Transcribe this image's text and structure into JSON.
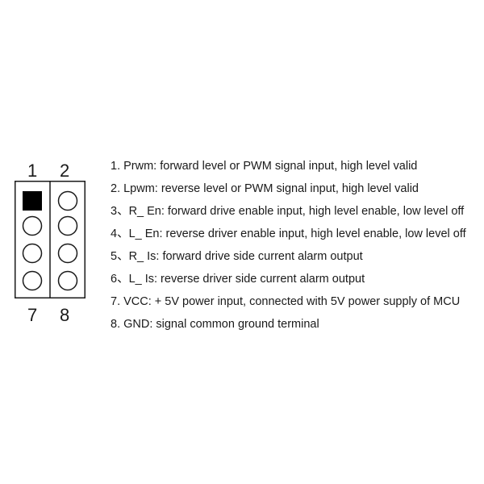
{
  "pin_labels": {
    "top_left": "1",
    "top_right": "2",
    "bottom_left": "7",
    "bottom_right": "8"
  },
  "pins": [
    {
      "name": "pin-1",
      "shape": "square"
    },
    {
      "name": "pin-2",
      "shape": "circle"
    },
    {
      "name": "pin-3",
      "shape": "circle"
    },
    {
      "name": "pin-4",
      "shape": "circle"
    },
    {
      "name": "pin-5",
      "shape": "circle"
    },
    {
      "name": "pin-6",
      "shape": "circle"
    },
    {
      "name": "pin-7",
      "shape": "circle"
    },
    {
      "name": "pin-8",
      "shape": "circle"
    }
  ],
  "descriptions": [
    "1. Prwm: forward level or PWM signal input, high level valid",
    "2. Lpwm: reverse level or PWM signal input, high level valid",
    "3、R_ En: forward drive enable input, high level enable, low level off",
    "4、L_ En: reverse driver enable input, high level enable, low level off",
    "5、R_ Is: forward drive side current alarm output",
    "6、L_ Is: reverse driver side current alarm output",
    "7. VCC: + 5V power input, connected with 5V power supply of MCU",
    "8. GND: signal common ground terminal"
  ],
  "colors": {
    "line": "#1a1a1a",
    "pin_1_fill": "#000000",
    "background": "#ffffff"
  }
}
